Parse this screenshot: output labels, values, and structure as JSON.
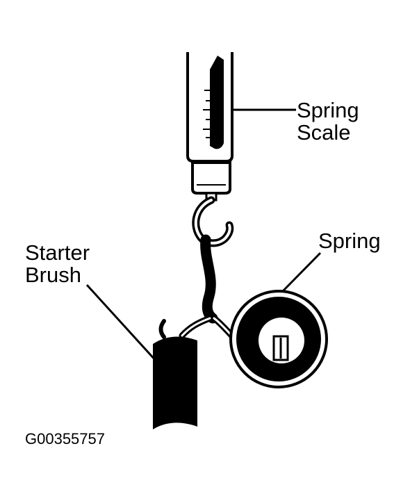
{
  "labels": {
    "spring_scale": "Spring\nScale",
    "spring": "Spring",
    "starter_brush": "Starter\nBrush"
  },
  "figure_id": "G00355757"
}
